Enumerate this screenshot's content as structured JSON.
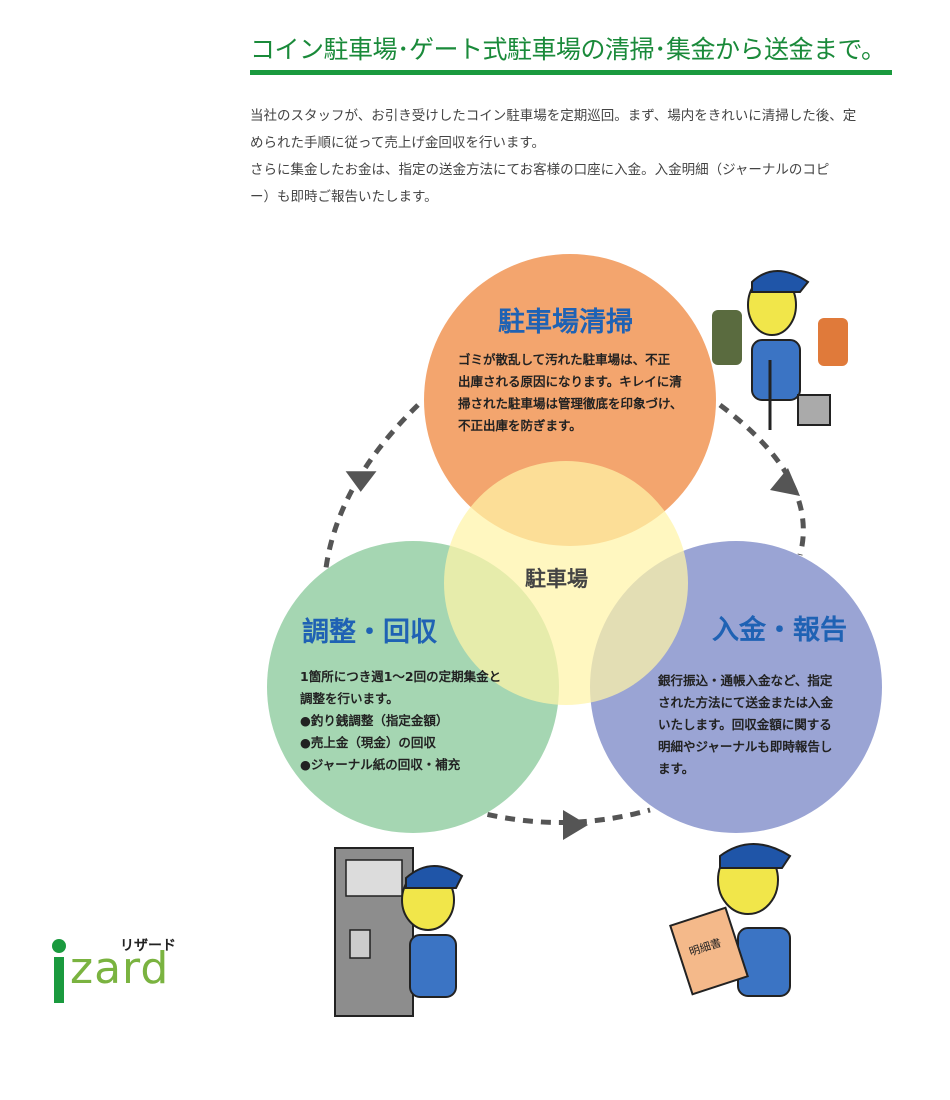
{
  "header": {
    "title": "コイン駐車場･ゲート式駐車場の清掃･集金から送金まで。"
  },
  "intro": {
    "lines": [
      "当社のスタッフが、お引き受けしたコイン駐車場を定期巡回。まず、場内をきれいに清掃した後、定",
      "められた手順に従って売上げ金回収を行います。",
      "さらに集金したお金は、指定の送金方法にてお客様の口座に入金。入金明細（ジャーナルのコピ",
      "ー）も即時ご報告いたします。"
    ]
  },
  "diagram": {
    "center_label": "駐車場",
    "circles": [
      {
        "title": "駐車場清掃",
        "lines": [
          "ゴミが散乱して汚れた駐車場は、不正",
          "出庫される原因になります。キレイに清",
          "掃された駐車場は管理徹底を印象づけ、",
          "不正出庫を防ぎます。"
        ]
      },
      {
        "title": "調整・回収",
        "lines": [
          "1箇所につき週1～2回の定期集金と",
          "調整を行います。",
          "●釣り銭調整（指定金額）",
          "●売上金（現金）の回収",
          "●ジャーナル紙の回収・補充"
        ]
      },
      {
        "title": "入金・報告",
        "lines": [
          "銀行振込・通帳入金など、指定",
          "された方法にて送金または入金",
          "いたします。回収金額に関する",
          "明細やジャーナルも即時報告し",
          "ます。"
        ]
      }
    ],
    "colors": {
      "orange": "#f3a56e",
      "green": "#a5d6b2",
      "purple": "#9aa4d4",
      "yellow": "#fff4a8",
      "title_blue": "#1f62b4",
      "arrow": "#555555"
    },
    "document_label": "明細書"
  },
  "logo": {
    "kana": "リザード",
    "word": "zard"
  }
}
